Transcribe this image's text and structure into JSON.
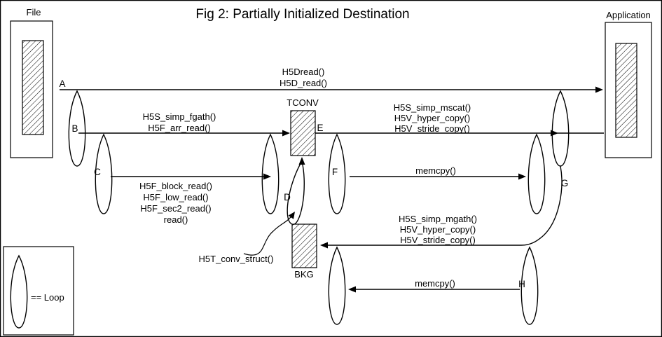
{
  "title": "Fig 2:  Partially Initialized Destination",
  "nodes": {
    "file": "File",
    "application": "Application",
    "tconv": "TCONV",
    "bkg": "BKG"
  },
  "letters": {
    "a": "A",
    "b": "B",
    "c": "C",
    "d": "D",
    "e": "E",
    "f": "F",
    "g": "G",
    "h": "H"
  },
  "calls": {
    "h5dread": "H5Dread()",
    "h5d_read": "H5D_read()",
    "h5s_simp_fgath": "H5S_simp_fgath()",
    "h5f_arr_read": "H5F_arr_read()",
    "h5s_simp_mscat": "H5S_simp_mscat()",
    "h5v_hyper_copy_top": "H5V_hyper_copy()",
    "h5v_stride_copy_top": "H5V_stride_copy()",
    "h5f_block_read": "H5F_block_read()",
    "h5f_low_read": "H5F_low_read()",
    "h5f_sec2_read": "H5F_sec2_read()",
    "read": "read()",
    "memcpy_mid": "memcpy()",
    "h5t_conv_struct": "H5T_conv_struct()",
    "h5s_simp_mgath": "H5S_simp_mgath()",
    "h5v_hyper_copy_bottom": "H5V_hyper_copy()",
    "h5v_stride_copy_bottom": "H5V_stride_copy()",
    "memcpy_bottom": "memcpy()"
  },
  "legend": {
    "label": "== Loop"
  },
  "colors": {
    "ink": "#000000",
    "background": "#ffffff"
  }
}
